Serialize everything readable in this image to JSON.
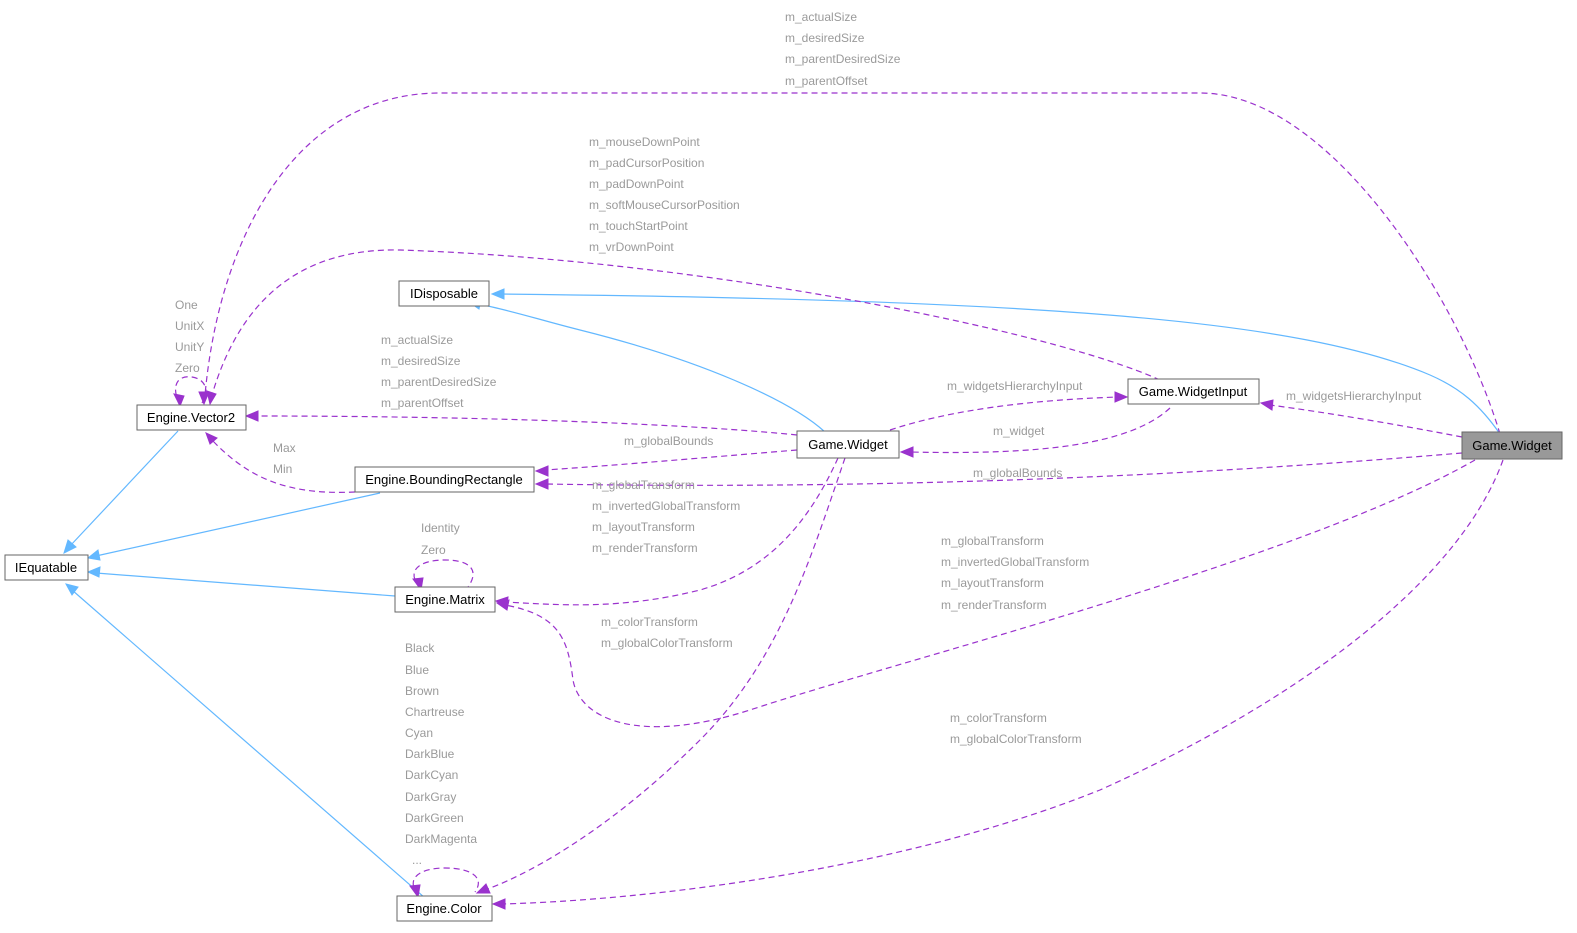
{
  "colors": {
    "inheritance": "#63b8ff",
    "usage": "#9a32cd",
    "label": "#9a9a9a",
    "node_border": "#666666",
    "highlight_fill": "#999999"
  },
  "nodes": {
    "idisposable": "IDisposable",
    "iequatable": "IEquatable",
    "vector2": "Engine.Vector2",
    "bounding_rectangle": "Engine.BoundingRectangle",
    "matrix": "Engine.Matrix",
    "color": "Engine.Color",
    "widget_mid": "Game.Widget",
    "widget_input": "Game.WidgetInput",
    "widget_main": "Game.Widget"
  },
  "labels": {
    "top_sizes": [
      "m_actualSize",
      "m_desiredSize",
      "m_parentDesiredSize",
      "m_parentOffset"
    ],
    "input_points": [
      "m_mouseDownPoint",
      "m_padCursorPosition",
      "m_padDownPoint",
      "m_softMouseCursorPosition",
      "m_touchStartPoint",
      "m_vrDownPoint"
    ],
    "vector2_statics": [
      "One",
      "UnitX",
      "UnitY",
      "Zero"
    ],
    "mid_sizes": [
      "m_actualSize",
      "m_desiredSize",
      "m_parentDesiredSize",
      "m_parentOffset"
    ],
    "bounds_minmax": [
      "Max",
      "Min"
    ],
    "mid_global_bounds": "m_globalBounds",
    "mid_transforms": [
      "m_globalTransform",
      "m_invertedGlobalTransform",
      "m_layoutTransform",
      "m_renderTransform"
    ],
    "matrix_statics": [
      "Identity",
      "Zero"
    ],
    "mid_color_transforms": [
      "m_colorTransform",
      "m_globalColorTransform"
    ],
    "color_statics": [
      "Black",
      "Blue",
      "Brown",
      "Chartreuse",
      "Cyan",
      "DarkBlue",
      "DarkCyan",
      "DarkGray",
      "DarkGreen",
      "DarkMagenta",
      "..."
    ],
    "widgets_hierarchy_input_mid": "m_widgetsHierarchyInput",
    "widget_back": "m_widget",
    "widgets_hierarchy_input_main": "m_widgetsHierarchyInput",
    "main_global_bounds": "m_globalBounds",
    "main_transforms": [
      "m_globalTransform",
      "m_invertedGlobalTransform",
      "m_layoutTransform",
      "m_renderTransform"
    ],
    "main_color_transforms": [
      "m_colorTransform",
      "m_globalColorTransform"
    ]
  }
}
